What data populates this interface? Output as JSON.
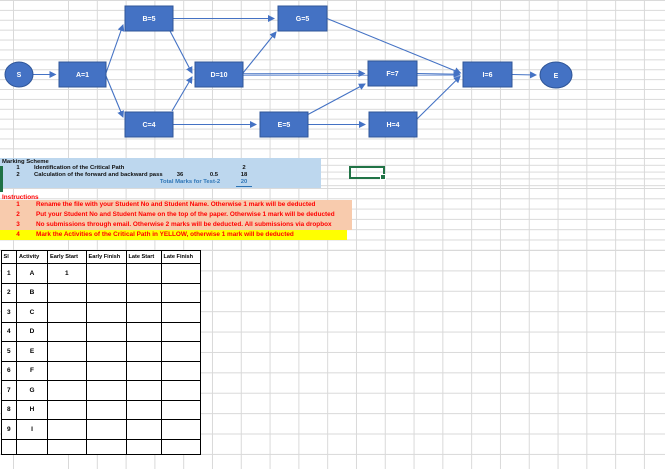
{
  "diagram": {
    "nodes": {
      "S": "S",
      "A": "A=1",
      "B": "B=5",
      "C": "C=4",
      "D": "D=10",
      "E": "E=5",
      "F": "F=7",
      "G": "G=5",
      "H": "H=4",
      "I": "I=6",
      "END": "E"
    },
    "edges": [
      "S→A",
      "A→B",
      "A→C",
      "B→G",
      "B→D",
      "C→D",
      "C→E",
      "D→G",
      "D→F",
      "D→I",
      "E→F",
      "E→H",
      "G→I",
      "F→I",
      "H→I",
      "I→End"
    ]
  },
  "marking_scheme": {
    "title": "Marking Scheme",
    "rows": [
      {
        "no": "1",
        "text": "Identification of the Critical Path",
        "marks": "2"
      },
      {
        "no": "2",
        "text": "Calculation of the forward and backward pass",
        "value1": "36",
        "value2": "0.5",
        "marks": "18"
      }
    ],
    "total_label": "Total Marks for Test-2",
    "total_value": "20"
  },
  "instructions": {
    "title": "Instructions",
    "items": [
      {
        "no": "1",
        "text": "Rename the file with your Student No and Student Name. Otherwise 1 mark will be deducted"
      },
      {
        "no": "2",
        "text": "Put your Student No and Student Name on the top of the paper. Otherwise 1 mark will be deducted"
      },
      {
        "no": "3",
        "text": "No submissions through email. Otherwise 2 marks will be deducted. All submissions via dropbox"
      },
      {
        "no": "4",
        "text": "Mark the Activities of the Critical Path in YELLOW, otherwise 1 mark will be deducted"
      }
    ]
  },
  "table": {
    "headers": [
      "Sl",
      "Activity",
      "Early Start",
      "Early Finish",
      "Late Start",
      "Late Finish"
    ],
    "rows": [
      [
        "1",
        "A",
        "1",
        "",
        "",
        ""
      ],
      [
        "2",
        "B",
        "",
        "",
        "",
        ""
      ],
      [
        "3",
        "C",
        "",
        "",
        "",
        ""
      ],
      [
        "4",
        "D",
        "",
        "",
        "",
        ""
      ],
      [
        "5",
        "E",
        "",
        "",
        "",
        ""
      ],
      [
        "6",
        "F",
        "",
        "",
        "",
        ""
      ],
      [
        "7",
        "G",
        "",
        "",
        "",
        ""
      ],
      [
        "8",
        "H",
        "",
        "",
        "",
        ""
      ],
      [
        "9",
        "I",
        "",
        "",
        "",
        ""
      ],
      [
        "",
        "",
        "",
        "",
        "",
        ""
      ]
    ]
  },
  "colors": {
    "node_fill": "#4472C4",
    "node_border": "#2F5597",
    "edge": "#4472C4",
    "edge_light": "#8FAADC",
    "marking_bg": "#BDD7EE",
    "instructions_bg": "#F8CBAD",
    "highlight_bg": "#FFFF00",
    "instruction_text": "#FF0000",
    "total_text": "#2E75B6",
    "selection": "#217346",
    "gridline": "#D9D9D9"
  }
}
